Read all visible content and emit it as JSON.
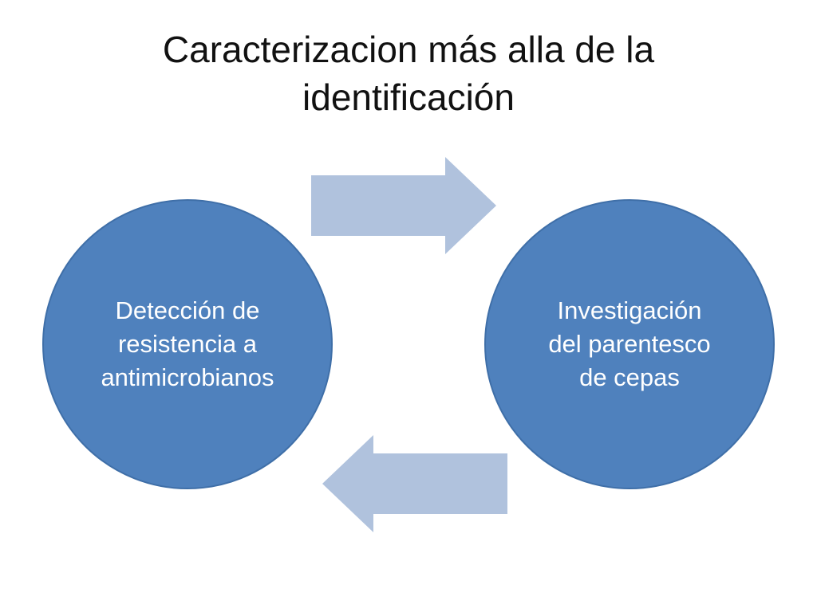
{
  "slide": {
    "title_lines": [
      "Caracterizacion más alla de la",
      "identificación"
    ]
  },
  "diagram": {
    "nodes": [
      {
        "id": "left",
        "label_lines": [
          "Detección de",
          "resistencia a",
          "antimicrobianos"
        ]
      },
      {
        "id": "right",
        "label_lines": [
          "Investigación",
          "del parentesco",
          "de cepas"
        ]
      }
    ],
    "edges": [
      {
        "from": "left",
        "to": "right",
        "direction": "right"
      },
      {
        "from": "right",
        "to": "left",
        "direction": "left"
      }
    ],
    "colors": {
      "circle_fill": "#4f81bd",
      "arrow_fill": "#b0c2dd",
      "text_on_circle": "#ffffff"
    }
  }
}
